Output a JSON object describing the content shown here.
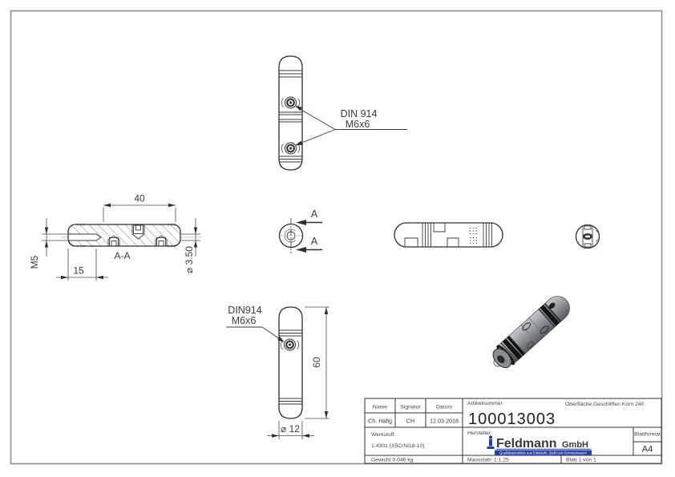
{
  "annotations": {
    "top_note1": "DIN 914",
    "top_note2": "M6x6",
    "front_note1": "DIN914",
    "front_note2": "M6x6",
    "section_label": "A-A",
    "cut_label_top": "A",
    "cut_label_bottom": "A",
    "dim_40": "40",
    "dim_15": "15",
    "dim_m5": "M5",
    "dim_hole": "⌀ 3.50",
    "dim_60": "60",
    "dim_dia12": "⌀ 12"
  },
  "title_block": {
    "name_label": "Name",
    "name_value": "Ch. Häfig",
    "signature_label": "Signatur",
    "signature_value": "CH",
    "date_label": "Datum",
    "date_value": "12.03.2018",
    "article_label": "Artikelnummer",
    "article_number": "100013003",
    "surface_label": "Oberfläche:",
    "surface_value": "Geschliffen Korn 240",
    "material_label": "Werkstoff:",
    "material_value": "1.4301 (X5CrNi18-10)",
    "manufacturer_label": "Hersteller",
    "logo_name": "Feldmann",
    "logo_suffix": "GmbH",
    "logo_tagline": "Qualitätsprodukte aus Edelstahl, Stahl und Schmiedeeisen",
    "format_label": "Blattformat",
    "format_value": "A4",
    "weight_value": "Gewicht 0.046 kg",
    "scale_value": "Massstab: 1:1.25",
    "sheet_value": "Blatt 1 von 1"
  },
  "colors": {
    "logo_blue": "#2640a6",
    "line": "#2e2e2e"
  }
}
